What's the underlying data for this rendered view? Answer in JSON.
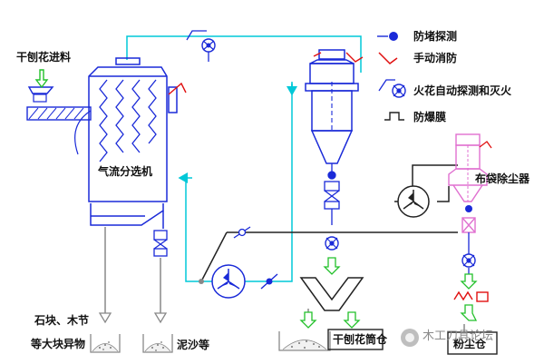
{
  "labels": {
    "feed_inlet": "干刨花进料",
    "separator": "气流分选机",
    "stones": "石块、木节",
    "large_debris": "等大块异物",
    "sand": "泥沙等",
    "dry_shavings_bin": "干刨花筒仓",
    "bag_filter": "布袋除尘器",
    "dust_bin": "粉尘仓",
    "watermark": "木工刀具论坛"
  },
  "legend": [
    {
      "icon": "blockage-detector-symbol",
      "label": "防堵探测"
    },
    {
      "icon": "manual-fire-extinguisher-symbol",
      "label": "手动消防"
    },
    {
      "icon": "spark-detection-extinguishing-symbol",
      "label": "火花自动探测和灭火"
    },
    {
      "icon": "explosion-vent-symbol",
      "label": "防爆膜"
    }
  ],
  "colors": {
    "equipment_line": "#1a2ad8",
    "air_duct": "#00c8d8",
    "feed_arrow": "#22c02a",
    "fire_red": "#e01010",
    "dust_filter": "#e070d0",
    "discharge_grey": "#888888",
    "pipe_dark": "#222222"
  }
}
